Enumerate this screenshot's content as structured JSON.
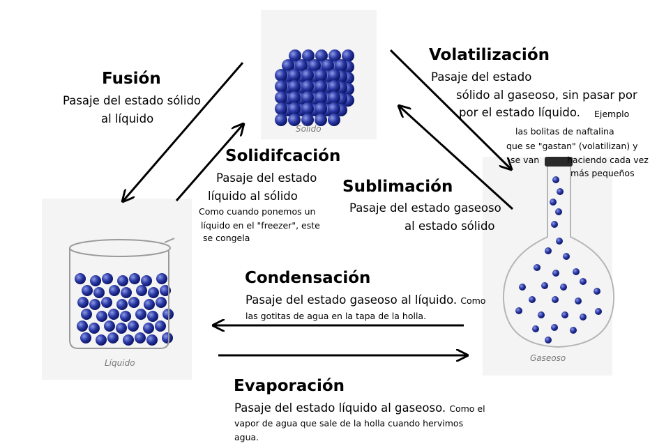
{
  "solid": {
    "caption": "Sólido"
  },
  "liquid": {
    "caption": "Líquido"
  },
  "gas": {
    "caption": "Gaseoso"
  },
  "fusion": {
    "title": "Fusión",
    "desc_line1": "Pasaje del estado sólido",
    "desc_line2": "al líquido"
  },
  "solidificacion": {
    "title": "Solidifcación",
    "desc_line1": "Pasaje del estado",
    "desc_line2": "líquido al sólido",
    "example_line1": "Como cuando ponemos un",
    "example_line2": "líquido en el \"freezer\", este",
    "example_line3": "se congela"
  },
  "volatilizacion": {
    "title": "Volatilización",
    "desc_line1": "Pasaje del estado",
    "desc_line2": "sólido al gaseoso, sin pasar por",
    "desc_line3": "por el estado líquido.",
    "example_word": "Ejemplo",
    "example_line1": "las bolitas de naftalina",
    "example_line2": "que se \"gastan\" (volatilizan) y",
    "example_line3a": "se van",
    "example_line3b": "haciendo cada vez",
    "example_line4": "más pequeños"
  },
  "sublimacion": {
    "title": "Sublimación",
    "desc_line1": "Pasaje del estado gaseoso",
    "desc_line2": "al estado sólido"
  },
  "condensacion": {
    "title": "Condensación",
    "desc": "Pasaje del estado gaseoso al líquido.",
    "example_a": "Como",
    "example_b": "las gotitas de agua en la tapa de la holla."
  },
  "evaporacion": {
    "title": "Evaporación",
    "desc": "Pasaje del estado líquido al gaseoso.",
    "example_a": "Como el",
    "example_b": "vapor de agua que sale de la holla cuando hervimos",
    "example_c": "agua."
  },
  "colors": {
    "particle": "#2b3aa6",
    "particle_light": "#8f9be6",
    "arrow": "#000000"
  }
}
